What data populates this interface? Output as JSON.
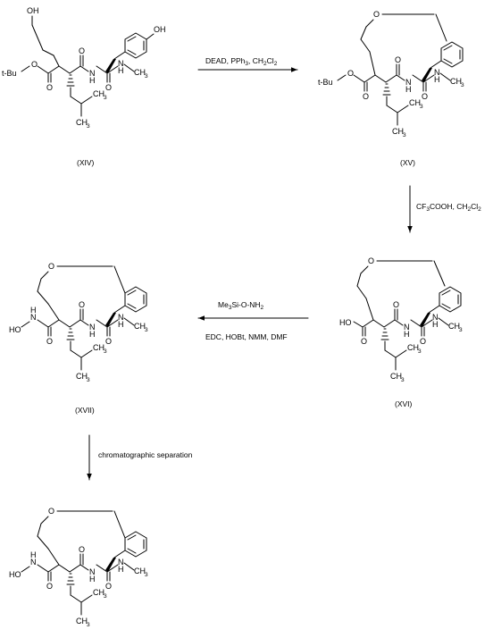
{
  "compounds": {
    "xiv": {
      "label": "(XIV)"
    },
    "xv": {
      "label": "(XV)"
    },
    "xvi": {
      "label": "(XVI)"
    },
    "xvii": {
      "label": "(XVII)"
    },
    "final": {
      "label": ""
    }
  },
  "atoms": {
    "oh": "OH",
    "o": "O",
    "tbu": "t-Bu",
    "n": "N",
    "h": "H",
    "ch": "CH",
    "three": "3",
    "ho": "HO",
    "hon": "HO"
  },
  "steps": [
    {
      "id": "step-1",
      "parts": [
        "DEAD, PPh",
        "3",
        ", CH",
        "2",
        "Cl",
        "2"
      ]
    },
    {
      "id": "step-2",
      "parts": [
        "CF",
        "3",
        "COOH, CH",
        "2",
        "Cl",
        "2"
      ]
    },
    {
      "id": "step-3a",
      "parts": [
        "Me",
        "3",
        "Si-O-NH",
        "2"
      ]
    },
    {
      "id": "step-3b",
      "parts": [
        "EDC, HOBt, NMM, DMF"
      ]
    },
    {
      "id": "step-4",
      "parts": [
        "chromatographic separation"
      ]
    }
  ],
  "colors": {
    "ink": "#000000",
    "background": "#ffffff"
  }
}
